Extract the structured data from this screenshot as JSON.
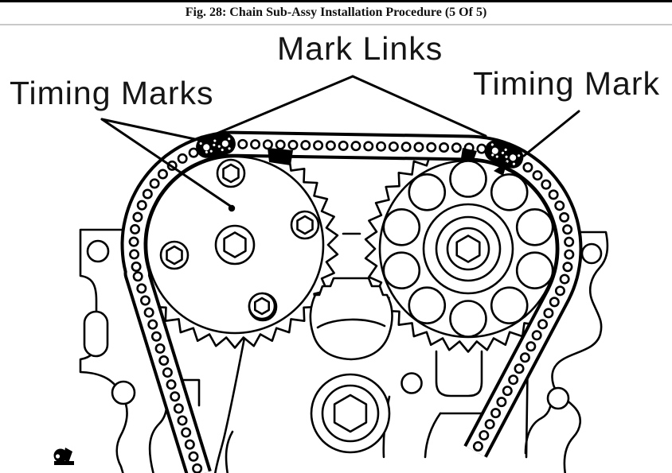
{
  "header": {
    "title": "Fig. 28: Chain Sub-Assy Installation Procedure (5 Of 5)"
  },
  "figure": {
    "labels": {
      "timing_marks": "Timing Marks",
      "mark_links": "Mark Links",
      "timing_mark": "Timing Mark"
    },
    "icons": {
      "logo": "publisher-logo-icon"
    },
    "colors": {
      "ink": "#000000",
      "divider": "#c9c9c9",
      "background": "#ffffff"
    }
  }
}
